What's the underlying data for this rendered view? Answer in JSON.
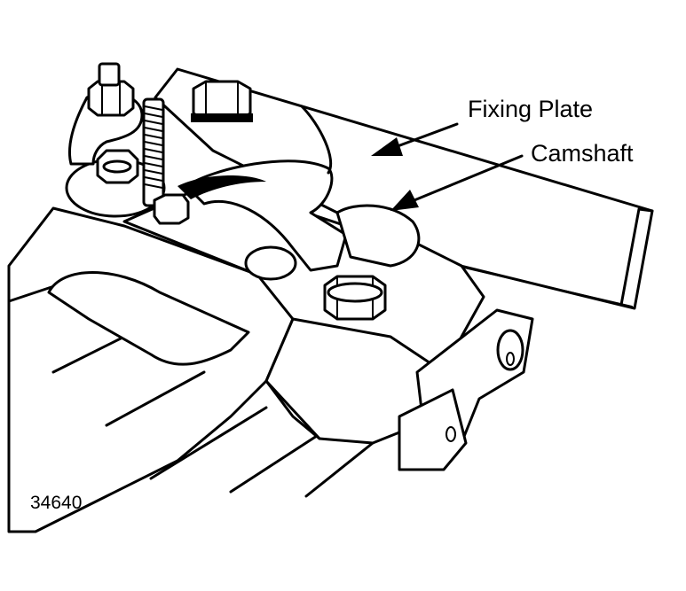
{
  "labels": {
    "fixing_plate": "Fixing Plate",
    "camshaft": "Camshaft"
  },
  "figure_number": "34640"
}
